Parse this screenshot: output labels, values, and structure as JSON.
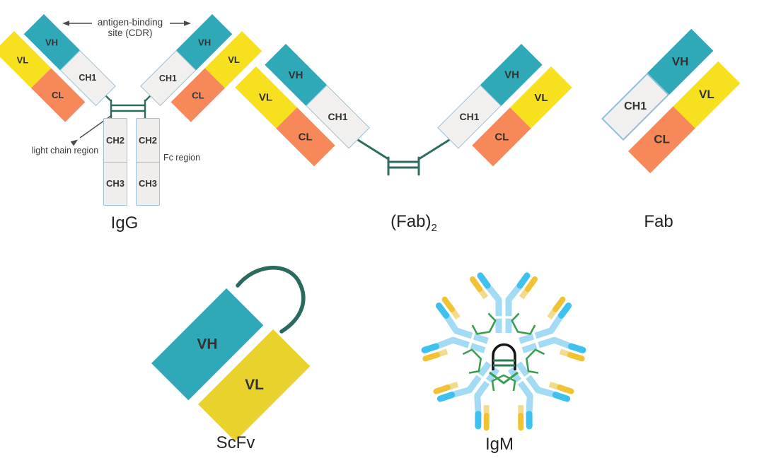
{
  "domains": {
    "vh": "VH",
    "vl": "VL",
    "ch1": "CH1",
    "cl": "CL",
    "ch2": "CH2",
    "ch3": "CH3"
  },
  "panels": {
    "igg": {
      "label": "IgG",
      "annotations": {
        "antigen_binding_line1": "antigen-binding",
        "antigen_binding_line2": "site (CDR)",
        "light_chain": "light chain region",
        "fc_region": "Fc region"
      }
    },
    "fab2": {
      "label_main": "(Fab)",
      "label_sub": "2"
    },
    "fab": {
      "label": "Fab"
    },
    "scfv": {
      "label": "ScFv"
    },
    "igm": {
      "label": "IgM"
    }
  },
  "colors": {
    "vh_teal": "#2fa9b7",
    "vl_yellow": "#f7e01e",
    "scfv_vl_yellow": "#e9d22b",
    "cl_orange": "#f6885a",
    "ch_fill": "#f2f0ee",
    "ch_border": "#9cc2da",
    "hinge_dark_teal": "#2f6b60",
    "scfv_linker": "#2b6a5f",
    "igm_arm_blue": "#a3dbf4",
    "igm_tip_cyan": "#3ec1ee",
    "igm_gold": "#f1c233",
    "igm_pale_yellow": "#f2dc8c",
    "igm_link_green": "#3d9e53",
    "igm_j_chain": "#151515",
    "annotation_text": "#3a3a3a"
  }
}
